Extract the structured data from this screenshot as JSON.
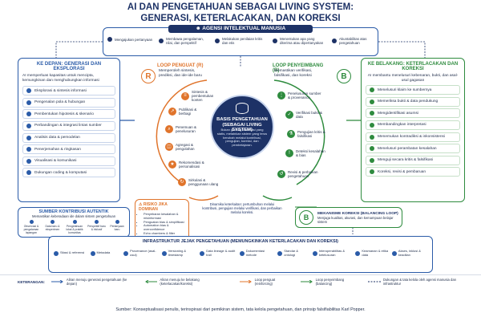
{
  "title": {
    "line1": "AI DAN PENGETAHUAN SEBAGAI LIVING SYSTEM:",
    "line2": "GENERASI, KETERLACAKAN, DAN KOREKSI"
  },
  "agency": {
    "title": "AGENSI INTELEKTUAL MANUSIA",
    "items": [
      "Mengajukan pertanyaan",
      "Membawa pengalaman, nilai, dan perspektif",
      "Melakukan penilaian kritis dan etis",
      "Menentukan apa yang diterima atau dipertanyakan",
      "Akuntabilitas atas pengetahuan"
    ]
  },
  "left_panel": {
    "title": "KE DEPAN: GENERASI DAN EKSPLORASI",
    "subtitle": "AI memperluas kapasitas untuk mencipta, kemungkinan dan menghubungkan informasi",
    "items": [
      "Eksplorasi & sintesis informasi",
      "Pengenalan pola & hubungan",
      "Pembentukan hipotesis & skenario",
      "Perbandingan & integrasi lintas sumber",
      "Analisis data & pemodelan",
      "Penerjemahan & ringkasan",
      "Visualisasi & komunikasi",
      "Dukungan coding & komputasi"
    ]
  },
  "reinforcing": {
    "letter": "R",
    "title": "LOOP PENGUAT (R)",
    "desc": "Memperoleh sintesis, prediksi, dan ide-ide baru",
    "steps": [
      "Sintesis & pembentukan konten",
      "Publikasi & berbagi",
      "Penemuan & penelusuran",
      "Agregasi & pengolahan",
      "Rekomendasi & personalisasi",
      "Sirkulasi & penggunaan ulang"
    ]
  },
  "balancing": {
    "letter": "B",
    "title": "LOOP PENYEIMBANG (B)",
    "desc": "Memastikan verifikasi, falsifikasi, dan koreksi",
    "steps": [
      "Penelusuran sumber & provenance",
      "Verifikasi bukti & data",
      "Pengujian kritis & falsifikasi",
      "Deteksi kesalahan & bias",
      "Revisi & perbaikan pengetahuan"
    ]
  },
  "center": {
    "title": "BASIS PENGETAHUAN (SEBAGAI LIVING SYSTEM)",
    "desc": "Bukan gudang informasi yang statis, melainkan sistem yang terus berubah melalui kontribusi, pengujian, koreksi, dan pembelajaran."
  },
  "right_panel": {
    "title": "KE BELAKANG: KETERLACAKAN DAN KOREKSI",
    "subtitle": "AI membantu menelusuri kebenaran, bukti, dan asal-usul gagasan",
    "items": [
      "Menelusuri klaim ke sumbernya",
      "Memeriksa bukti & data pendukung",
      "Mengidentifikasi asumsi",
      "Membandingkan interpretasi",
      "Menemukan kontradiksi & inkonsistensi",
      "Menelusuri perambatan kesalahan",
      "Menguji secara kritis & falsifikasi",
      "Koreksi, revisi & pembaruan"
    ]
  },
  "risk": {
    "title": "RISIKO JIKA DOMINAN",
    "items": [
      "Penyebaran kesalahan & misinformasi",
      "Penguatan bias & simplifikasi",
      "Automation bias & overconfidence",
      "Echo chambers & filter bubbles",
      "Ilusi validitas (yang terlihat benar)"
    ]
  },
  "dynamic_text": "Dinamika keterkaitan: pertumbuhan melalui kontribusi, pengujian melalui verifikasi, dan perbaikan melalui koreksi.",
  "sources": {
    "title": "SUMBER KONTRIBUSI AUTENTIK",
    "subtitle": "Memastikan keberadaan ide dalam sistem pengetahuan",
    "items": [
      "Observasi & pengalaman lapangan",
      "Data baru & eksperimen",
      "Pengetahuan lokal & praktik komunitas",
      "Perspektif baru & inklusif",
      "Pertanyaan baru"
    ]
  },
  "correction": {
    "letter": "B",
    "title": "MEKANISME KOREKSI (BALANCING LOOP)",
    "desc": "Menjaga kualitas, akurasi, dan kemampuan belajar sistem"
  },
  "infra": {
    "title": "INFRASTRUKTUR JEJAK PENGETAHUAN (MEMUNGKINKAN KETERLACAKAN DAN KOREKSI)",
    "items": [
      "Sitasi & referensi",
      "Metadata",
      "Provenance (asal-usul)",
      "Versioning & timestamp",
      "Data lineage & audit trail",
      "Dokumentasi metode",
      "Standar & ontologi",
      "Interoperabilitas & ketelusuran",
      "Keamanan & etika data",
      "Akses, inklusi & keadilan"
    ]
  },
  "legend": {
    "label": "KETERANGAN:",
    "items": [
      "Aliran menuju generasi pengetahuan (ke depan)",
      "Aliran menuju ke belakang (keterlacakan/koreksi)",
      "Loop penguat (reinforcing)",
      "Loop penyeimbang (balancing)",
      "Dukungan & tata kelola oleh agensi manusia dan infrastruktur"
    ]
  },
  "footer": "Sumber: Konseptualisasi penulis, terinspirasi dari pemikiran sistem, tata kelola pengetahuan, dan prinsip falsifiabilitas Karl Popper.",
  "colors": {
    "navy": "#1d3266",
    "blue": "#2a5ba8",
    "green": "#2e8b3e",
    "orange": "#e0742b"
  }
}
